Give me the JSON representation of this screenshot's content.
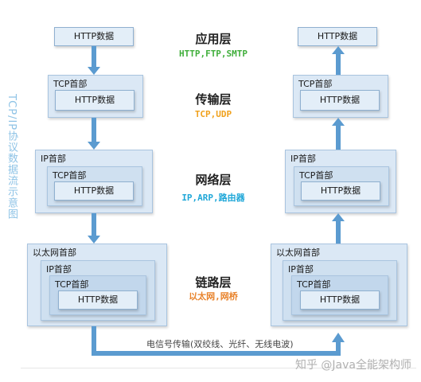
{
  "side_title": "TCP/IP协议数据流示意图",
  "labels": {
    "http_data": "HTTP数据",
    "tcp_header": "TCP首部",
    "ip_header": "IP首部",
    "ethernet_header": "以太网首部"
  },
  "layers": [
    {
      "name": "应用层",
      "protocols": "HTTP,FTP,SMTP",
      "color": "#3fae3a"
    },
    {
      "name": "传输层",
      "protocols": "TCP,UDP",
      "color": "#f0a11c"
    },
    {
      "name": "网络层",
      "protocols": "IP,ARP,路由器",
      "color": "#1fa7d8"
    },
    {
      "name": "链路层",
      "protocols": "以太网,网桥",
      "color": "#e8822a"
    }
  ],
  "signal_label": "电信号传输(双绞线、光纤、无线电波)",
  "watermark": "知乎 @Java全能架构师",
  "colors": {
    "arrow": "#5b9bd0",
    "box_border": "#a9c4df"
  }
}
